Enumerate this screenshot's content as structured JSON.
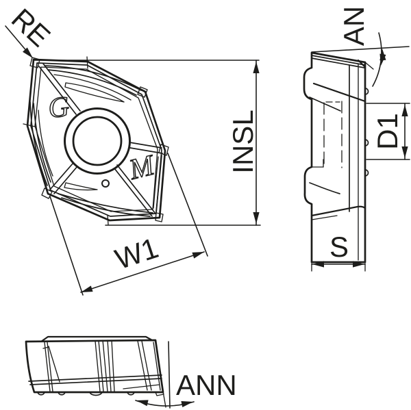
{
  "colors": {
    "line": "#1d1d1b",
    "background": "#ffffff"
  },
  "labels": {
    "re": "RE",
    "an": "AN",
    "insl": "INSL",
    "d1": "D1",
    "w1": "W1",
    "s": "S",
    "ann": "ANN"
  },
  "marks": {
    "g": "G",
    "m": "M"
  }
}
